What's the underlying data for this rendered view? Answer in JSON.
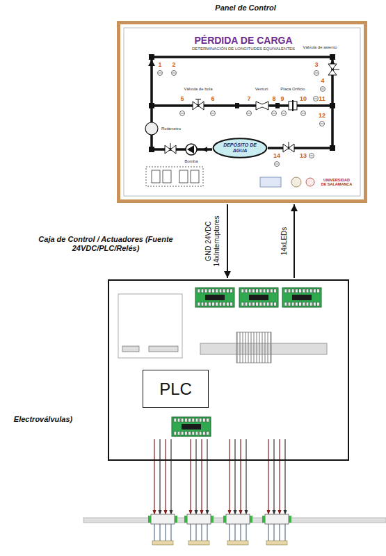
{
  "diagram": {
    "nodes": [
      {
        "text": [
          "Panel de Control"
        ]
      },
      {
        "text": [
          "DEPÓSITO DE AGUA"
        ],
        "in": 0
      },
      {
        "text": [
          "Caja de Control / Actuadores (Fuente 24VDC/PLC/Relés)"
        ]
      },
      {
        "text": [
          "PLC"
        ],
        "in": 2
      }
    ],
    "edges": [
      {
        "from": 0,
        "to": 2,
        "arrow": "to",
        "label": "GND 24VDC 14xInterruptores"
      },
      {
        "from": 2,
        "to": 0,
        "arrow": "to",
        "label": "14xLEDs"
      }
    ],
    "labels": [
      "PÉRDIDA DE CARGA",
      "DETERMINACIÓN DE LONGITUDES EQUIVALENTES",
      "Válvula de asiento",
      "Válvula de bola",
      "Venturi",
      "Placa Orificio",
      "Rotámetro",
      "Bomba",
      "1",
      "2",
      "3",
      "4",
      "5",
      "6",
      "7",
      "8",
      "9",
      "10",
      "11",
      "12",
      "13",
      "14",
      "UNIVERSIDAD DE SALAMANCA",
      "Electroválvulas)"
    ]
  }
}
